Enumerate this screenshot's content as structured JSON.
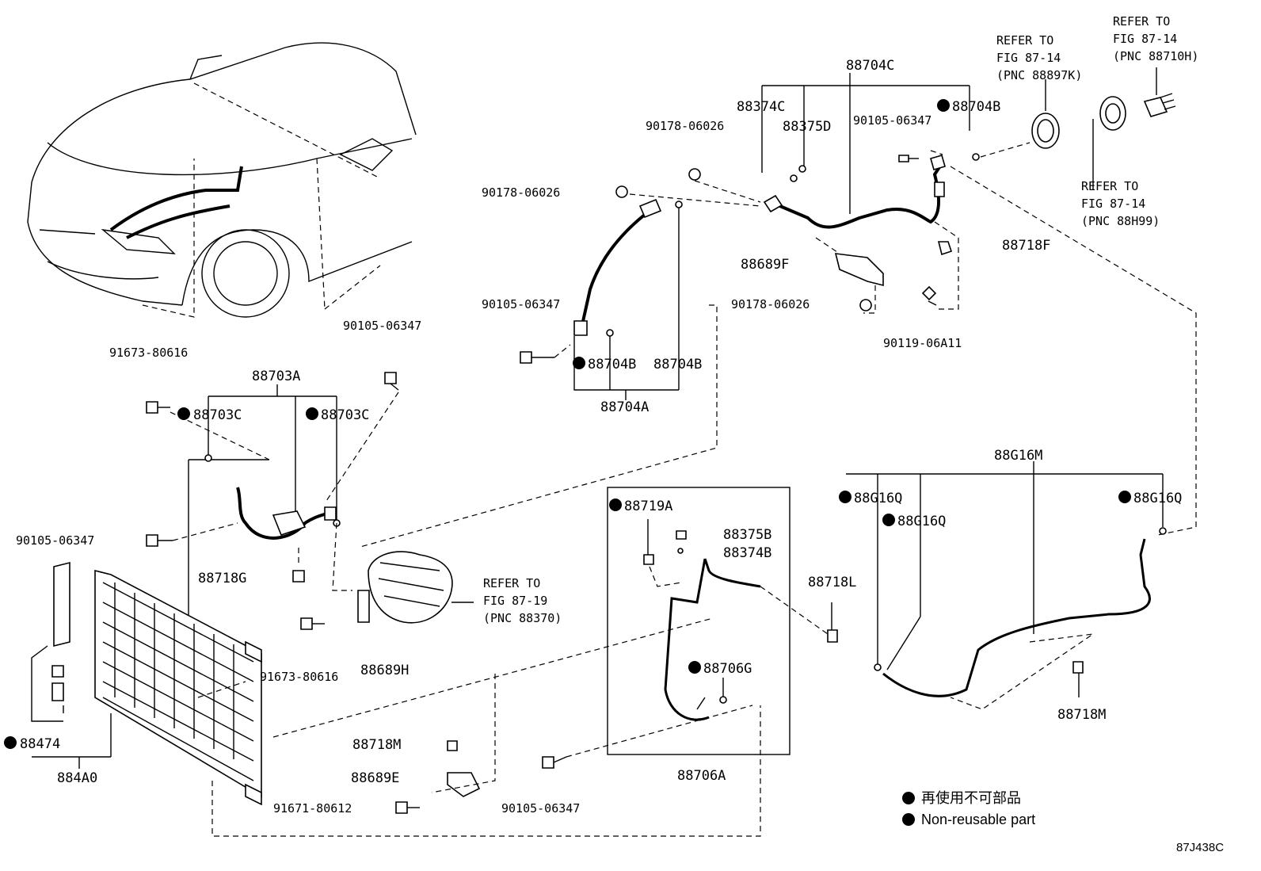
{
  "labels": {
    "p88704C": "88704C",
    "p88374C": "88374C",
    "p88375D": "88375D",
    "p90105_06347_top": "90105-06347",
    "p88704B_top": "88704B",
    "p90178_06026_a": "90178-06026",
    "p90178_06026_b": "90178-06026",
    "p90178_06026_c": "90178-06026",
    "p88718F": "88718F",
    "p88689F": "88689F",
    "p90119_06A11": "90119-06A11",
    "p90105_06347_mid": "90105-06347",
    "p88704B_l": "88704B",
    "p88704B_r": "88704B",
    "p88704A": "88704A",
    "p91673_80616_top": "91673-80616",
    "p90105_06347_left_top": "90105-06347",
    "p88703A": "88703A",
    "p88703C_l": "88703C",
    "p88703C_r": "88703C",
    "p90105_06347_left": "90105-06347",
    "p88718G": "88718G",
    "p91673_80616_bot": "91673-80616",
    "p88689H": "88689H",
    "p88474": "88474",
    "p884A0": "884A0",
    "p88718M_bot": "88718M",
    "p88689E": "88689E",
    "p91671_80612": "91671-80612",
    "p90105_06347_bot": "90105-06347",
    "p88719A": "88719A",
    "p88375B": "88375B",
    "p88374B": "88374B",
    "p88706G": "88706G",
    "p88706A": "88706A",
    "p88718L": "88718L",
    "p88G16M": "88G16M",
    "p88G16Q_l": "88G16Q",
    "p88G16Q_m": "88G16Q",
    "p88G16Q_r": "88G16Q",
    "p88718M_right": "88718M"
  },
  "refs": {
    "ref_88897K": [
      "REFER TO",
      "FIG 87-14",
      "(PNC 88897K)"
    ],
    "ref_88710H": [
      "REFER TO",
      "FIG 87-14",
      "(PNC 88710H)"
    ],
    "ref_88H99": [
      "REFER TO",
      "FIG 87-14",
      "(PNC 88H99)"
    ],
    "ref_88370": [
      "REFER TO",
      "FIG 87-19",
      "(PNC 88370)"
    ]
  },
  "legend": {
    "jp": "再使用不可部品",
    "en": "Non-reusable part"
  },
  "figure_code": "87J438C"
}
